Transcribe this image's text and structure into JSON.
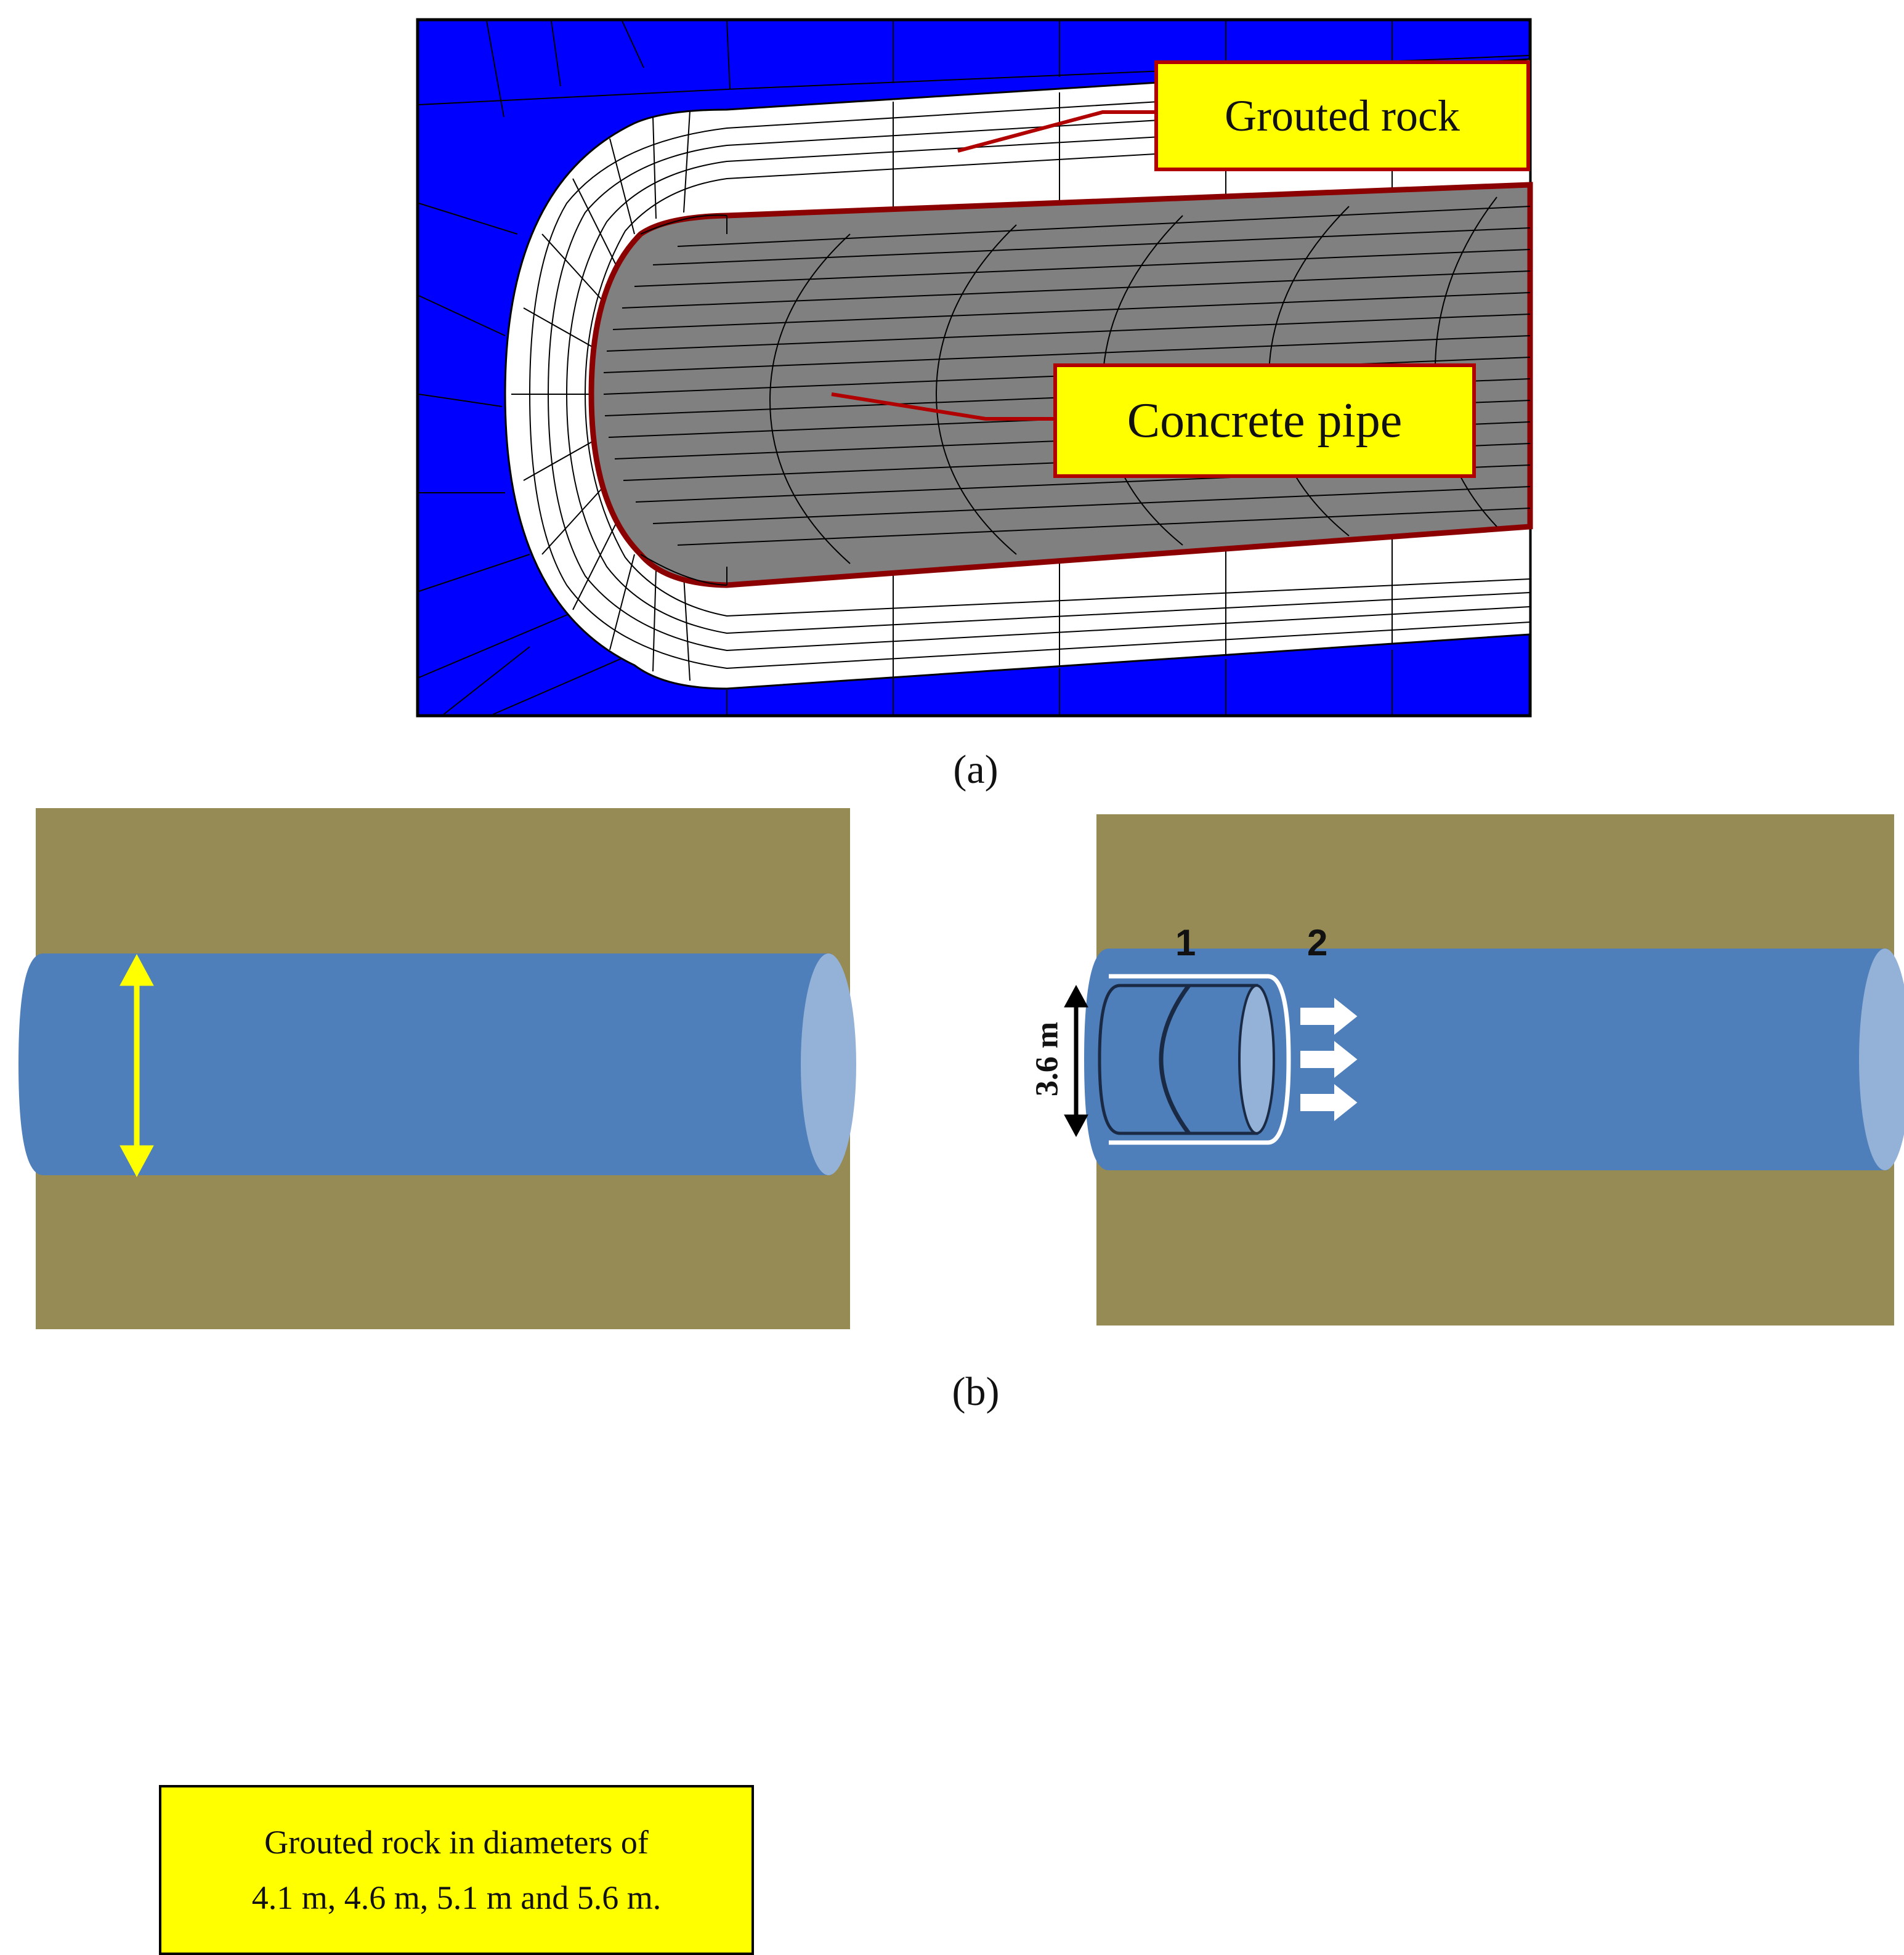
{
  "panel_a": {
    "caption": "(a)",
    "labels": {
      "grouted_rock": "Grouted rock",
      "concrete_pipe": "Concrete pipe"
    },
    "colors": {
      "rock": "#0000ff",
      "grout": "#ffffff",
      "pipe": "#808080",
      "lining": "#8b0000",
      "label_fill": "#ffff00",
      "label_border": "#b00000"
    }
  },
  "panel_b": {
    "caption": "(b)",
    "left": {
      "text_line1": "Grouted rock in diameters of",
      "text_line2": "4.1 m, 4.6 m, 5.1 m and 5.6 m."
    },
    "right": {
      "step1": "1",
      "step2": "2",
      "dimension": "3.6 m"
    },
    "colors": {
      "ground": "#968a55",
      "tunnel": "#4f7fbb",
      "tunnel_end": "#94b2d8",
      "arrow_yellow": "#ffff00"
    }
  }
}
